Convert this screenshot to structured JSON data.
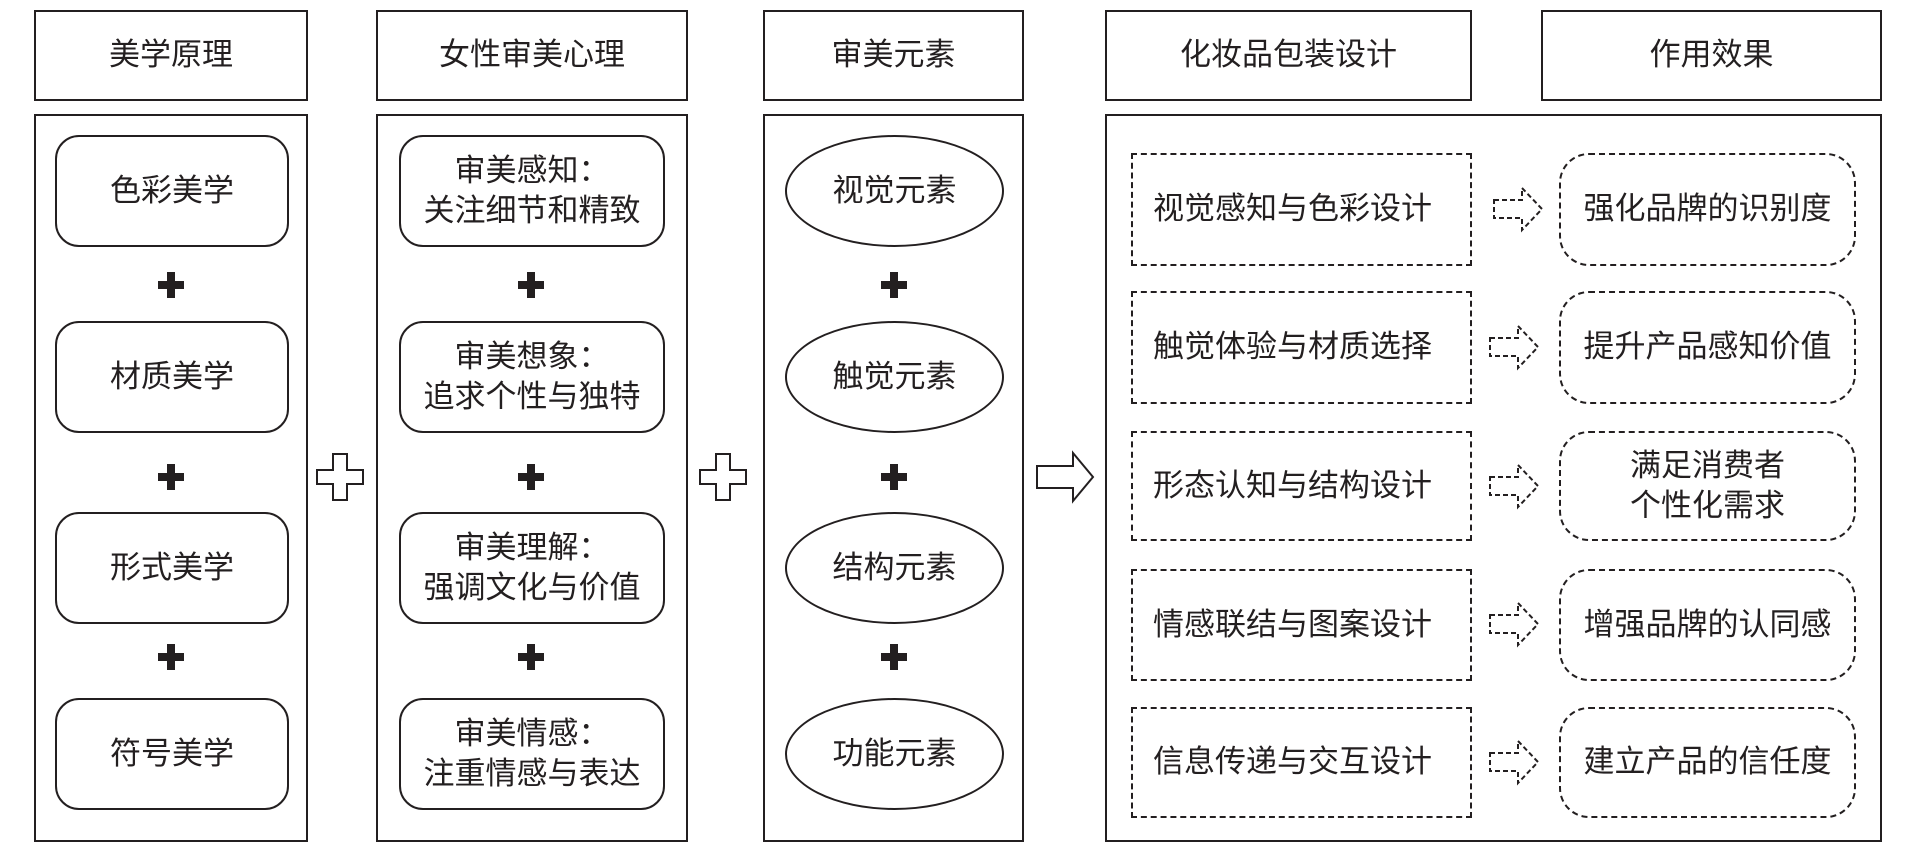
{
  "headers": [
    "美学原理",
    "女性审美心理",
    "审美元素",
    "化妆品包装设计",
    "作用效果"
  ],
  "aesthetics": [
    "色彩美学",
    "材质美学",
    "形式美学",
    "符号美学"
  ],
  "psychology": [
    [
      "审美感知：",
      "关注细节和精致"
    ],
    [
      "审美想象：",
      "追求个性与独特"
    ],
    [
      "审美理解：",
      "强调文化与价值"
    ],
    [
      "审美情感：",
      "注重情感与表达"
    ]
  ],
  "elements": [
    "视觉元素",
    "触觉元素",
    "结构元素",
    "功能元素"
  ],
  "design": [
    "视觉感知与色彩设计",
    "触觉体验与材质选择",
    "形态认知与结构设计",
    "情感联结与图案设计",
    "信息传递与交互设计"
  ],
  "effects": [
    [
      "强化品牌的识别度"
    ],
    [
      "提升产品感知价值"
    ],
    [
      "满足消费者",
      "个性化需求"
    ],
    [
      "增强品牌的认同感"
    ],
    [
      "建立产品的信任度"
    ]
  ]
}
